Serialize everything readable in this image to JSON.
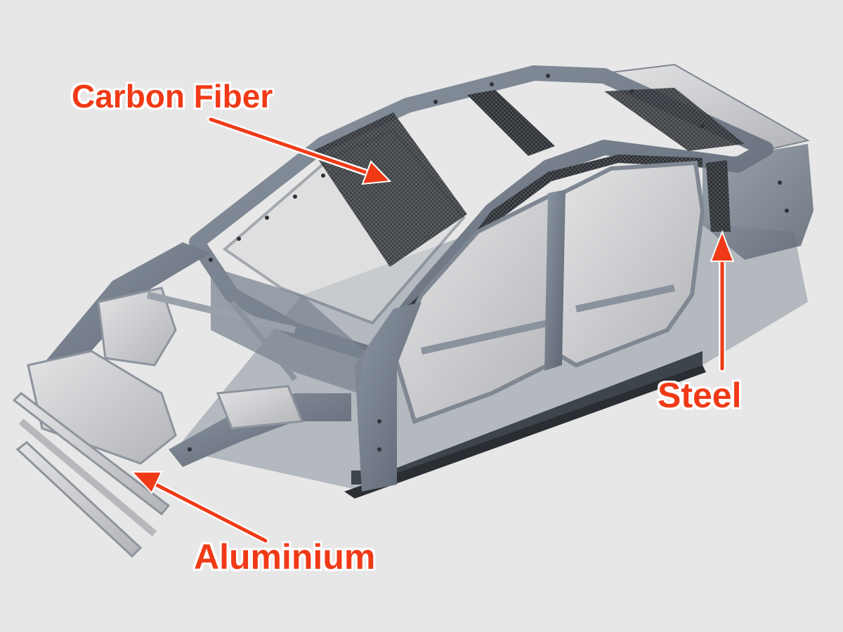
{
  "labels": {
    "carbon_fiber": "Carbon Fiber",
    "steel": "Steel",
    "aluminium": "Aluminium"
  },
  "colors": {
    "background": "#e7e7e7",
    "callout": "#f03a17",
    "steel_frame": "#6f7a87",
    "aluminium_parts": "#c9c9cb",
    "carbon_fiber_parts": "#2c2f33"
  }
}
